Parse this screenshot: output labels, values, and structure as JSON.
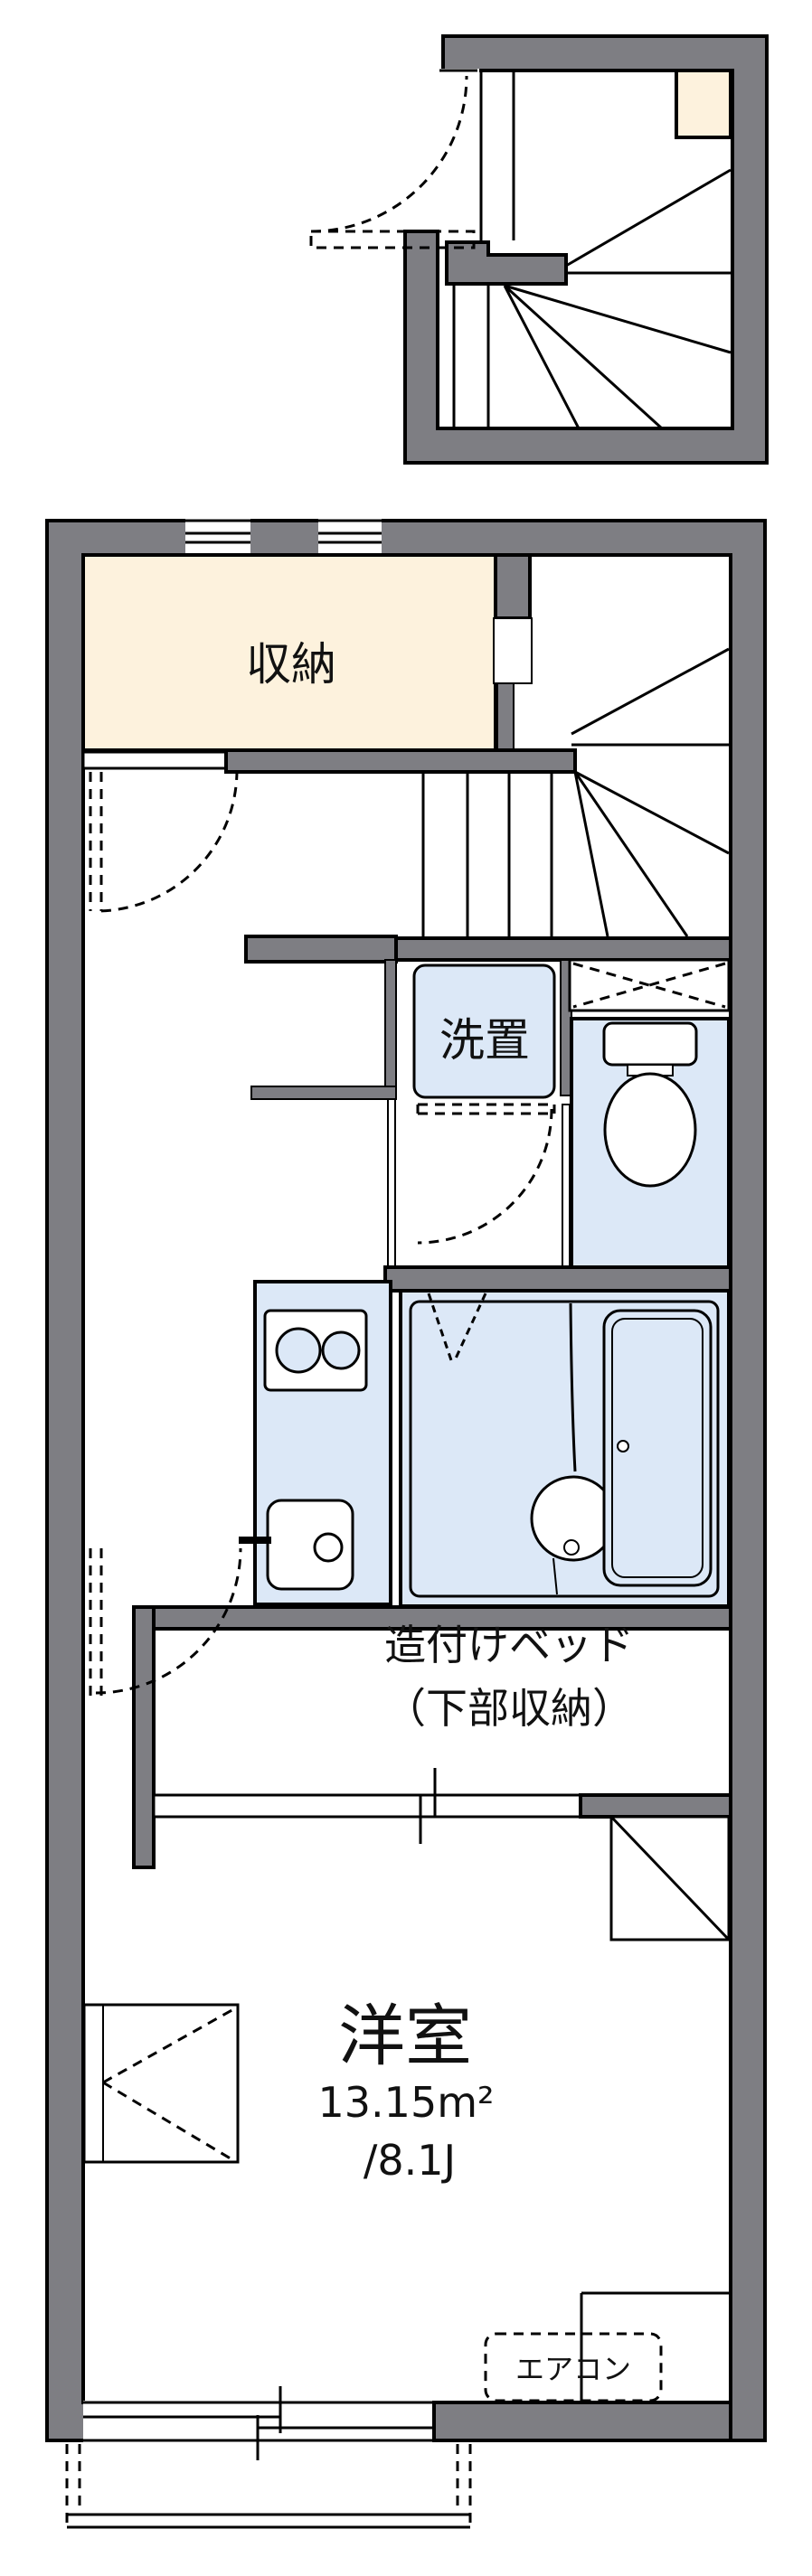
{
  "title": "apartment-floor-plan",
  "colors": {
    "wall": "#7e7e83",
    "storage_fill": "#fdf2dd",
    "fixture_fill": "#dce8f7",
    "line": "#000000",
    "background": "#ffffff"
  },
  "rooms": {
    "storage_label": "収納",
    "washer_label": "洗置",
    "bed_label_line1": "造付けベッド",
    "bed_label_line2": "（下部収納）",
    "western_room_label": "洋室",
    "western_room_area_sqm": "13.15m²",
    "western_room_area_tatami": "/8.1J",
    "aircon_label": "エアコン"
  }
}
